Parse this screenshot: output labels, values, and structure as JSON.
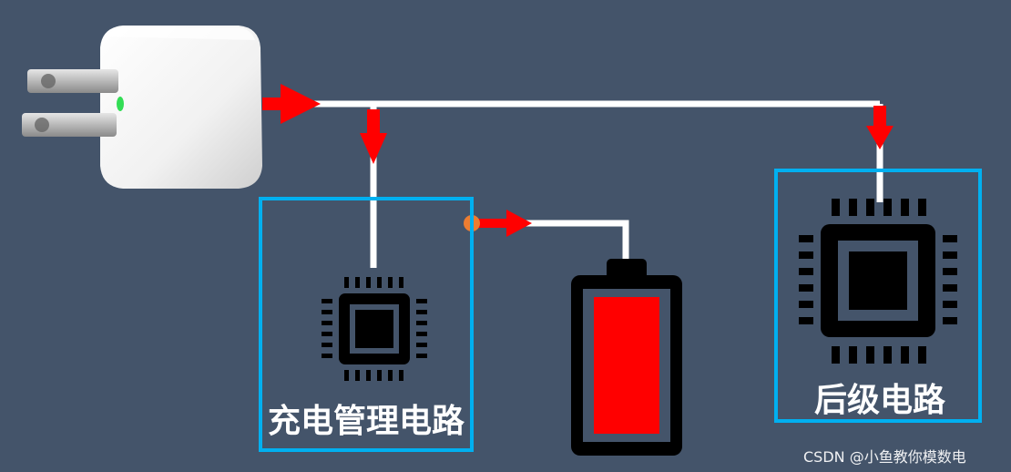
{
  "diagram": {
    "nodes": [
      {
        "id": "adapter",
        "kind": "power-plug"
      },
      {
        "id": "charge",
        "kind": "chip-box",
        "label": "充电管理电路"
      },
      {
        "id": "battery",
        "kind": "battery",
        "level": 1.0
      },
      {
        "id": "post",
        "kind": "chip-box",
        "label": "后级电路"
      }
    ],
    "edges": [
      {
        "from": "adapter",
        "to": "charge"
      },
      {
        "from": "adapter",
        "to": "post"
      },
      {
        "from": "charge",
        "to": "battery"
      }
    ]
  },
  "labels": {
    "charge_circuit": "充电管理电路",
    "post_circuit": "后级电路"
  },
  "watermark": "CSDN @小鱼教你模数电",
  "colors": {
    "background": "#44546a",
    "wire": "#ffffff",
    "arrow": "#ff0000",
    "box_border": "#00b0f0",
    "chip": "#000000",
    "battery_fill": "#ff0000",
    "junction": "#ed7d31",
    "led": "#33dd55"
  }
}
